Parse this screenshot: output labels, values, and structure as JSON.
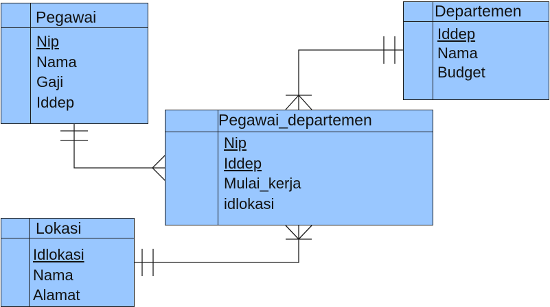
{
  "colors": {
    "entity_fill": "#99c7ff",
    "line": "#1c1c1c"
  },
  "entities": {
    "pegawai": {
      "name": "Pegawai",
      "attributes": [
        {
          "label": "Nip",
          "pk": true
        },
        {
          "label": "Nama",
          "pk": false
        },
        {
          "label": "Gaji",
          "pk": false
        },
        {
          "label": "Iddep",
          "pk": false
        }
      ]
    },
    "departemen": {
      "name": "Departemen",
      "attributes": [
        {
          "label": "Iddep",
          "pk": true
        },
        {
          "label": "Nama",
          "pk": false
        },
        {
          "label": "Budget",
          "pk": false
        }
      ]
    },
    "pegawai_departemen": {
      "name": "Pegawai_departemen",
      "attributes": [
        {
          "label": "Nip",
          "pk": true
        },
        {
          "label": "Iddep",
          "pk": true
        },
        {
          "label": "Mulai_kerja",
          "pk": false
        },
        {
          "label": "idlokasi",
          "pk": false
        }
      ]
    },
    "lokasi": {
      "name": "Lokasi",
      "attributes": [
        {
          "label": "Idlokasi",
          "pk": true
        },
        {
          "label": "Nama",
          "pk": false
        },
        {
          "label": "Alamat",
          "pk": false
        }
      ]
    }
  },
  "relationships": [
    {
      "from": "pegawai",
      "from_end": "one",
      "to": "pegawai_departemen",
      "to_end": "many"
    },
    {
      "from": "departemen",
      "from_end": "one",
      "to": "pegawai_departemen",
      "to_end": "many"
    },
    {
      "from": "lokasi",
      "from_end": "one",
      "to": "pegawai_departemen",
      "to_end": "many"
    }
  ]
}
